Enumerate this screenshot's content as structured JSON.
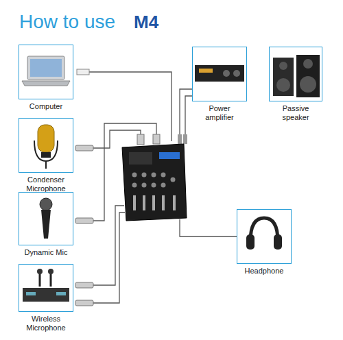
{
  "diagram": {
    "title": "How to use",
    "nodes": [
      {
        "text": [
          "Computer"
        ]
      },
      {
        "text": [
          "Power amplifier"
        ]
      },
      {
        "text": [
          "Passive speaker"
        ]
      },
      {
        "text": [
          "Condenser Microphone"
        ]
      },
      {
        "text": [
          "Dynamic Mic"
        ]
      },
      {
        "text": [
          "Headphone"
        ]
      },
      {
        "text": [
          "Wireless Microphone"
        ]
      }
    ],
    "labels": [
      "M4"
    ]
  }
}
